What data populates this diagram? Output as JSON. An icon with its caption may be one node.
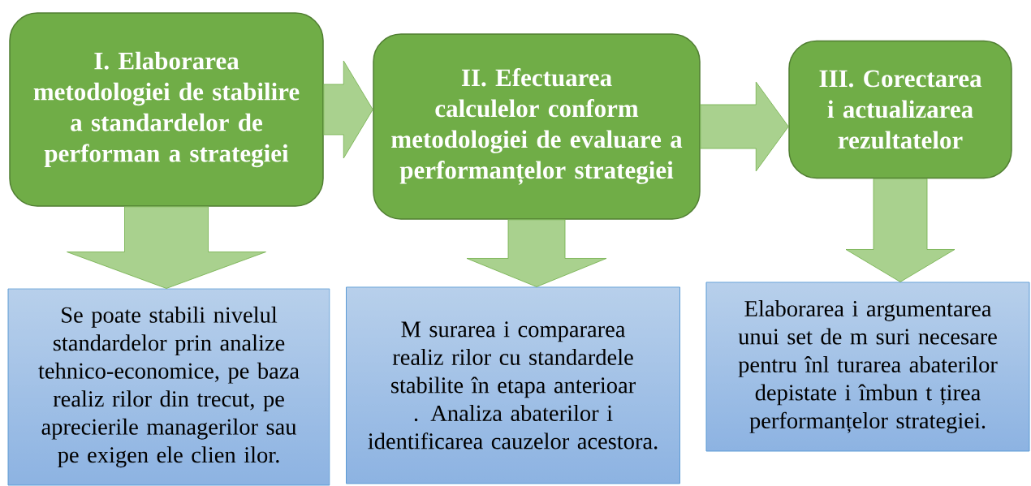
{
  "diagram": {
    "nodes": [
      {
        "text": [
          "I. Elaborarea metodologiei de stabilire a standardelor de performan a strategiei"
        ]
      },
      {
        "text": [
          "II. Efectuarea calculelor conform metodologiei de evaluare a performanțelor strategiei"
        ]
      },
      {
        "text": [
          "III. Corectarea i actualizarea rezultatelor"
        ]
      },
      {
        "text": [
          "Se poate stabili nivelul standardelor prin analize tehnico-economice, pe baza realiz rilor din trecut, pe aprecierile managerilor sau pe exigen ele clien ilor."
        ]
      },
      {
        "text": [
          "M surarea i compararea realiz rilor cu standardele stabilite în etapa anterioar . Analiza abaterilor i identificarea cauzelor acestora."
        ]
      },
      {
        "text": [
          "Elaborarea i argumentarea unui set de m suri necesare pentru înl turarea abaterilor depistate i îmbun t țirea performanțelor strategiei."
        ]
      }
    ],
    "edges": [
      {
        "from": 0,
        "to": 1,
        "arrow": "to"
      },
      {
        "from": 1,
        "to": 2,
        "arrow": "to"
      },
      {
        "from": 0,
        "to": 3,
        "arrow": "to"
      },
      {
        "from": 1,
        "to": 4,
        "arrow": "to"
      },
      {
        "from": 2,
        "to": 5,
        "arrow": "to"
      }
    ]
  }
}
